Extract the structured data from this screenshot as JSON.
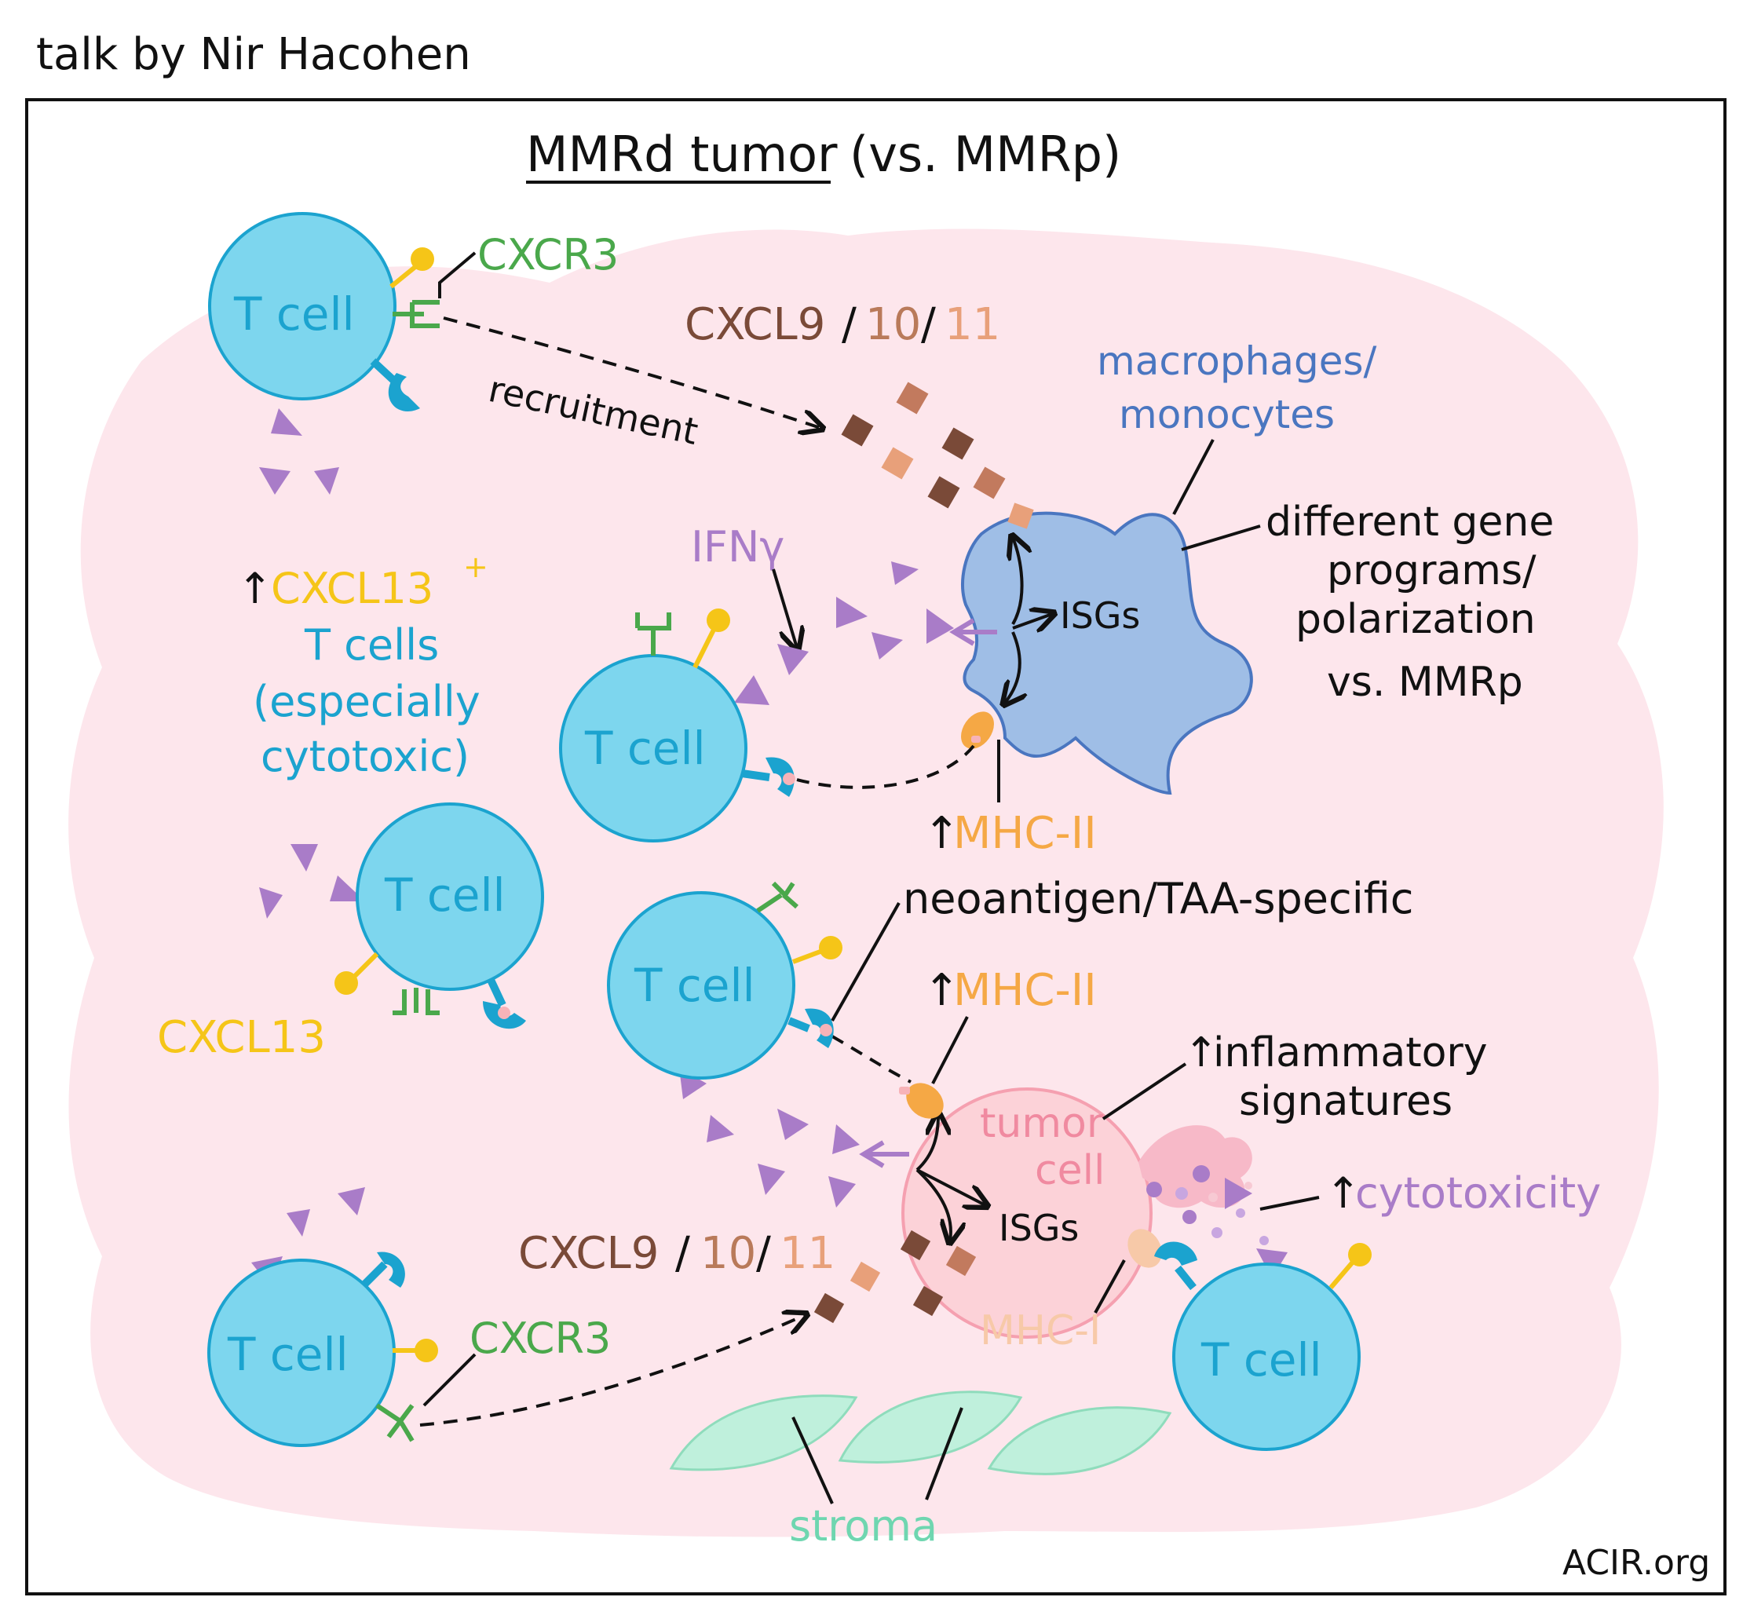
{
  "header": {
    "author": "talk by Nir Hacohen"
  },
  "title": {
    "main": "MMRd tumor",
    "sub": "(vs. MMRp)"
  },
  "labels": {
    "cxcr3_top": "CXCR3",
    "cxcr3_bottom": "CXCR3",
    "chemo_top_a": "CXCL9",
    "chemo_top_b": "10",
    "chemo_top_c": "11",
    "chemo_bot_a": "CXCL9",
    "chemo_bot_b": "10",
    "chemo_bot_c": "11",
    "slash": "/",
    "recruitment": "recruitment",
    "macrophages_1": "macrophages/",
    "macrophages_2": "monocytes",
    "gene_prog_1": "different gene",
    "gene_prog_2": "programs/",
    "gene_prog_3": "polarization",
    "gene_prog_4": "vs. MMRp",
    "ifng": "IFNγ",
    "isgs_mac": "ISGs",
    "isgs_tumor": "ISGs",
    "cxcl13_plus": "CXCL13",
    "plus": "+",
    "tcells_1": "T cells",
    "tcells_2": "(especially",
    "tcells_3": "cytotoxic)",
    "up_arrow": "↑",
    "mhc2_top": "MHC-II",
    "mhc2_mid": "MHC-II",
    "neoantigen": "neoantigen/TAA-specific",
    "inflam_1": "inflammatory",
    "inflam_2": "signatures",
    "cytotoxicity": "cytotoxicity",
    "tumor_1": "tumor",
    "tumor_2": "cell",
    "mhc1": "MHC-I",
    "cxcl13": "CXCL13",
    "stroma": "stroma",
    "source": "ACIR.org"
  },
  "cells": {
    "t1": "T cell",
    "t2": "T cell",
    "t3": "T cell",
    "t4": "T cell",
    "t5": "T cell",
    "t6": "T cell"
  },
  "colors": {
    "tcell": "#7dd6ee",
    "tcell_text": "#1ba3cf",
    "cxcr3": "#4aa84b",
    "cxcl13": "#f5c518",
    "ifng": "#a97cc8",
    "macrophage": "#9fbee6",
    "macrophage_text": "#4a76c0",
    "mhc2": "#f5a845",
    "mhc1": "#f7c9a8",
    "tumor": "#fcd2d8",
    "tumor_text": "#f08aa0",
    "chemokine_dark": "#7a4a38",
    "chemokine_mid": "#b97a5a",
    "chemokine_light": "#e8a07a",
    "stroma": "#bff0dc",
    "stroma_text": "#6fd6b0",
    "tme_bg": "#fde6ec"
  }
}
